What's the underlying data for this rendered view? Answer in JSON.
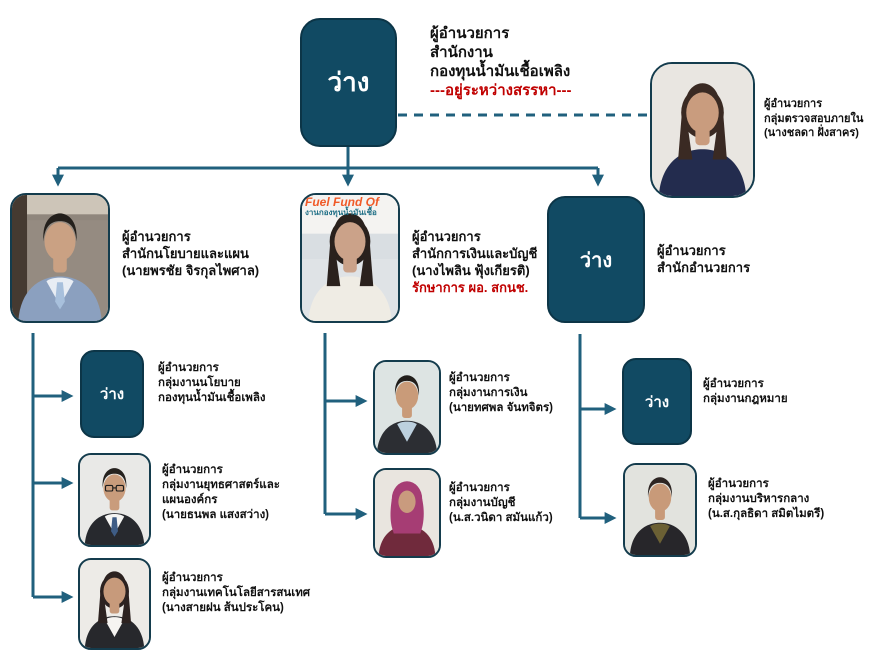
{
  "colors": {
    "vacant_box": "#114a63",
    "connector_line": "#20607d",
    "alert_red": "#c00000",
    "photo_border": "#143c4d",
    "sign_orange": "#f05a28",
    "sign_teal": "#1f6f86"
  },
  "vacant_label": "ว่าง",
  "nodes": [
    {
      "id": "fuel-fund-office-director",
      "type": "vacant",
      "lines": [
        {
          "text": "ผู้อำนวยการ"
        },
        {
          "text": "สำนักงาน"
        },
        {
          "text": "กองทุนน้ำมันเชื้อเพลิง"
        },
        {
          "text": "---อยู่ระหว่างสรรหา---",
          "red": true
        }
      ]
    },
    {
      "id": "internal-audit-group-director",
      "type": "photo",
      "photo_alt": "portrait-woman-navy-dress",
      "lines": [
        {
          "text": "ผู้อำนวยการ"
        },
        {
          "text": "กลุ่มตรวจสอบภายใน"
        },
        {
          "text": "(นางชลดา ฝั่งสาคร)"
        }
      ]
    },
    {
      "id": "policy-and-plan-office-director",
      "type": "photo",
      "photo_alt": "portrait-man-gray-suit-arms-crossed",
      "lines": [
        {
          "text": "ผู้อำนวยการ"
        },
        {
          "text": "สำนักนโยบายและแผน"
        },
        {
          "text": "(นายพรชัย จิรกุลไพศาล)"
        }
      ]
    },
    {
      "id": "finance-and-accounting-office-director",
      "type": "photo",
      "photo_alt": "portrait-woman-before-fuel-fund-office-sign",
      "photo_text_lines": [
        "Fuel Fund Of",
        "งานกองทุนน้ำมันเชื้อ"
      ],
      "lines": [
        {
          "text": "ผู้อำนวยการ"
        },
        {
          "text": "สำนักการเงินและบัญชี"
        },
        {
          "text": "(นางไพลิน ฟุ้งเกียรติ)"
        },
        {
          "text": "รักษาการ ผอ. สกนช.",
          "red": true
        }
      ]
    },
    {
      "id": "administration-office-director",
      "type": "vacant",
      "lines": [
        {
          "text": "ผู้อำนวยการ"
        },
        {
          "text": "สำนักอำนวยการ"
        }
      ]
    },
    {
      "id": "fuel-fund-policy-group-director",
      "type": "vacant",
      "lines": [
        {
          "text": "ผู้อำนวยการ"
        },
        {
          "text": "กลุ่มงานนโยบาย"
        },
        {
          "text": "กองทุนน้ำมันเชื้อเพลิง"
        }
      ]
    },
    {
      "id": "strategy-and-corporate-plan-group-director",
      "type": "photo",
      "photo_alt": "portrait-man-black-suit-glasses",
      "lines": [
        {
          "text": "ผู้อำนวยการ"
        },
        {
          "text": "กลุ่มงานยุทธศาสตร์และ"
        },
        {
          "text": "แผนองค์กร"
        },
        {
          "text": "(นายธนพล แสงสว่าง)"
        }
      ]
    },
    {
      "id": "information-technology-group-director",
      "type": "photo",
      "photo_alt": "portrait-woman-black-jacket-long-hair",
      "lines": [
        {
          "text": "ผู้อำนวยการ"
        },
        {
          "text": "กลุ่มงานเทคโนโลยีสารสนเทศ"
        },
        {
          "text": "(นางสายฝน ส้นประโคน)"
        }
      ]
    },
    {
      "id": "finance-group-director",
      "type": "photo",
      "photo_alt": "portrait-man-dark-jacket-blue-shirt",
      "lines": [
        {
          "text": "ผู้อำนวยการ"
        },
        {
          "text": "กลุ่มงานการเงิน"
        },
        {
          "text": "(นายทศพล จันทจิตร)"
        }
      ]
    },
    {
      "id": "accounting-group-director",
      "type": "photo",
      "photo_alt": "portrait-woman-magenta-hijab",
      "lines": [
        {
          "text": "ผู้อำนวยการ"
        },
        {
          "text": "กลุ่มงานบัญชี"
        },
        {
          "text": "(น.ส.วนิดา สมันแก้ว)"
        }
      ]
    },
    {
      "id": "legal-group-director",
      "type": "vacant",
      "lines": [
        {
          "text": "ผู้อำนวยการ"
        },
        {
          "text": "กลุ่มงานกฎหมาย"
        }
      ]
    },
    {
      "id": "central-administration-group-director",
      "type": "photo",
      "photo_alt": "portrait-woman-black-jacket-short-hair",
      "lines": [
        {
          "text": "ผู้อำนวยการ"
        },
        {
          "text": "กลุ่มงานบริหารกลาง"
        },
        {
          "text": "(น.ส.กุลธิดา สมิตไมตรี)"
        }
      ]
    }
  ]
}
